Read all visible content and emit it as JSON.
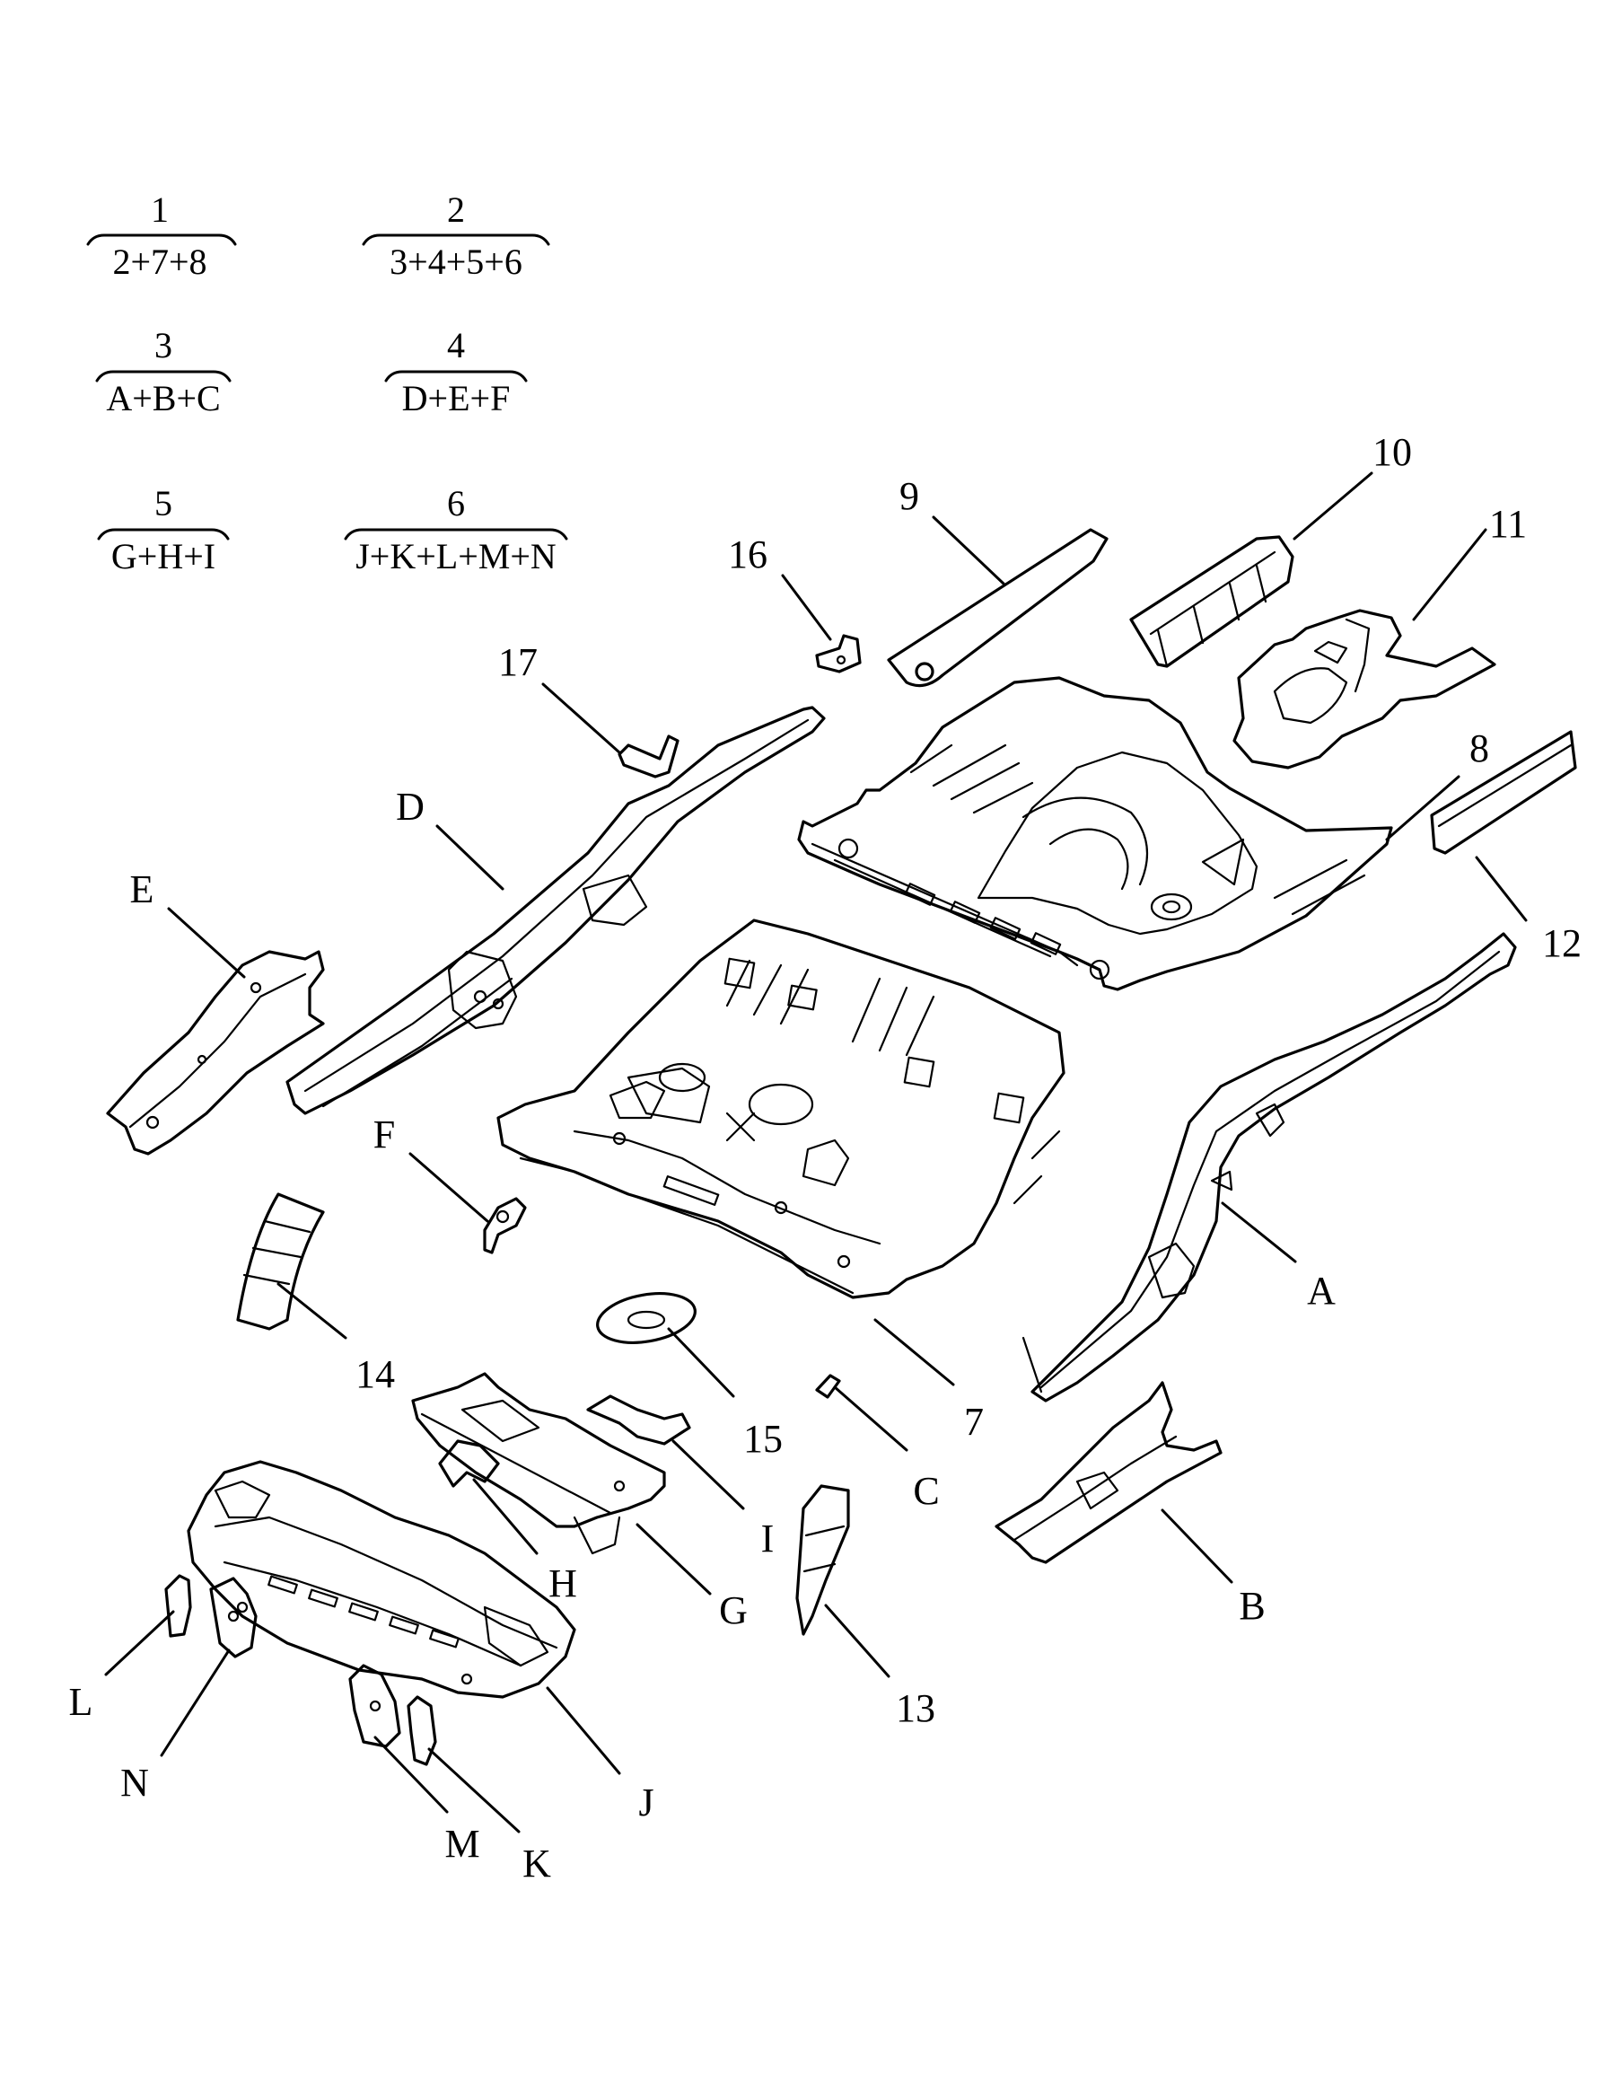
{
  "legend": [
    {
      "num": "1",
      "formula": "2+7+8"
    },
    {
      "num": "2",
      "formula": "3+4+5+6"
    },
    {
      "num": "3",
      "formula": "A+B+C"
    },
    {
      "num": "4",
      "formula": "D+E+F"
    },
    {
      "num": "5",
      "formula": "G+H+I"
    },
    {
      "num": "6",
      "formula": "J+K+L+M+N"
    }
  ],
  "callouts": {
    "c7": "7",
    "c8": "8",
    "c9": "9",
    "c10": "10",
    "c11": "11",
    "c12": "12",
    "c13": "13",
    "c14": "14",
    "c15": "15",
    "c16": "16",
    "c17": "17",
    "cA": "A",
    "cB": "B",
    "cC": "C",
    "cD": "D",
    "cE": "E",
    "cF": "F",
    "cG": "G",
    "cH": "H",
    "cI": "I",
    "cJ": "J",
    "cK": "K",
    "cL": "L",
    "cM": "M",
    "cN": "N"
  }
}
